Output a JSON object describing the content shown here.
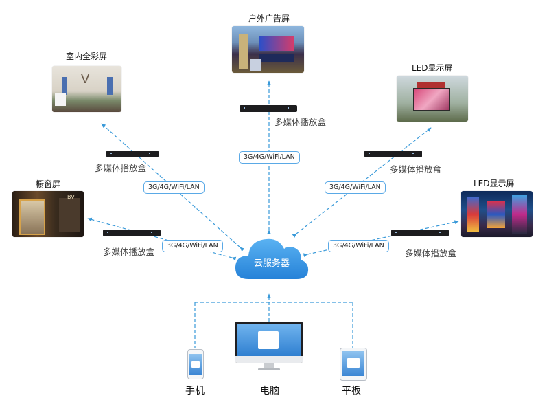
{
  "screens": {
    "top": {
      "title": "户外广告屏"
    },
    "top_left": {
      "title": "室内全彩屏"
    },
    "top_right": {
      "title": "LED显示屏"
    },
    "mid_left": {
      "title": "橱窗屏"
    },
    "mid_right": {
      "title": "LED显示屏"
    }
  },
  "players": {
    "top": {
      "label": "多媒体播放盒"
    },
    "top_left": {
      "label": "多媒体播放盒"
    },
    "top_right": {
      "label": "多媒体播放盒"
    },
    "mid_left": {
      "label": "多媒体播放盒"
    },
    "mid_right": {
      "label": "多媒体播放盒"
    }
  },
  "network_labels": {
    "top": "3G/4G/WiFi/LAN",
    "top_left": "3G/4G/WiFi/LAN",
    "top_right": "3G/4G/WiFi/LAN",
    "mid_left": "3G/4G/WiFi/LAN",
    "mid_right": "3G/4G/WiFi/LAN"
  },
  "cloud": {
    "label": "云服务器"
  },
  "clients": {
    "phone": "手机",
    "computer": "电脑",
    "tablet": "平板"
  },
  "colors": {
    "line": "#3a9ad9",
    "cloud": "#2f8fe0",
    "player_box": "#1d1d1f"
  }
}
